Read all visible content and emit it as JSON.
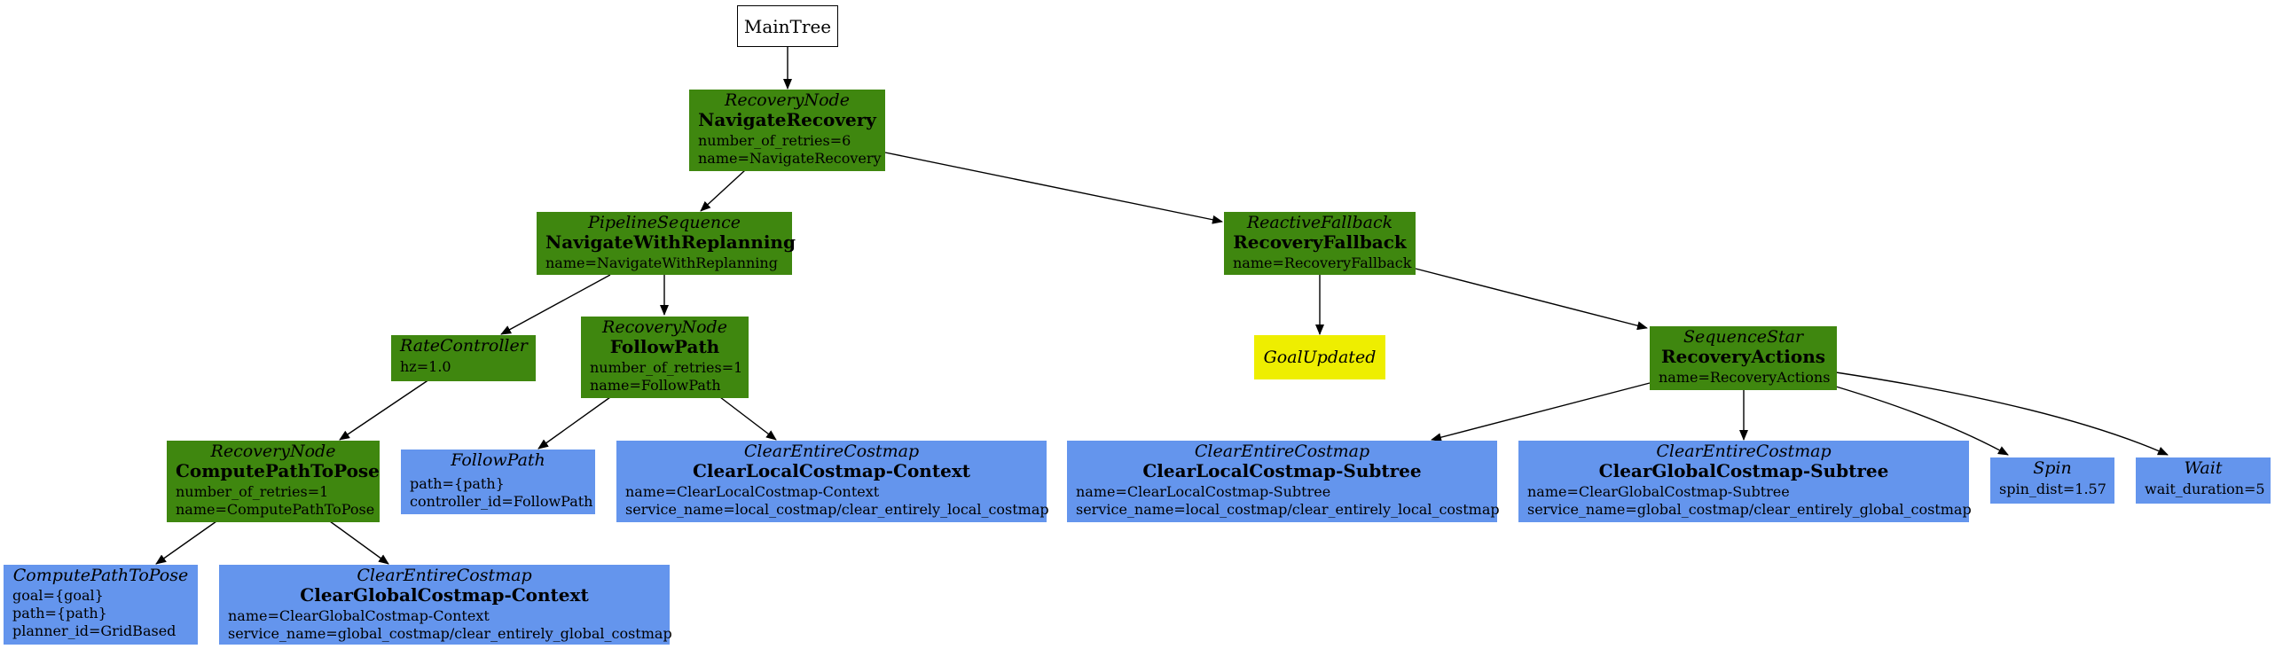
{
  "root": {
    "label": "MainTree"
  },
  "nodes": {
    "navigate_recovery": {
      "type": "RecoveryNode",
      "name": "NavigateRecovery",
      "params": [
        "number_of_retries=6",
        "name=NavigateRecovery"
      ]
    },
    "navigate_with_replanning": {
      "type": "PipelineSequence",
      "name": "NavigateWithReplanning",
      "params": [
        "name=NavigateWithReplanning"
      ]
    },
    "recovery_fallback": {
      "type": "ReactiveFallback",
      "name": "RecoveryFallback",
      "params": [
        "name=RecoveryFallback"
      ]
    },
    "rate_controller": {
      "type": "RateController",
      "params": [
        "hz=1.0"
      ]
    },
    "follow_path_recovery": {
      "type": "RecoveryNode",
      "name": "FollowPath",
      "params": [
        "number_of_retries=1",
        "name=FollowPath"
      ]
    },
    "goal_updated": {
      "type": "GoalUpdated"
    },
    "recovery_actions": {
      "type": "SequenceStar",
      "name": "RecoveryActions",
      "params": [
        "name=RecoveryActions"
      ]
    },
    "compute_path_recovery": {
      "type": "RecoveryNode",
      "name": "ComputePathToPose",
      "params": [
        "number_of_retries=1",
        "name=ComputePathToPose"
      ]
    },
    "follow_path_action": {
      "type": "FollowPath",
      "params": [
        "path={path}",
        "controller_id=FollowPath"
      ]
    },
    "clear_local_context": {
      "type": "ClearEntireCostmap",
      "name": "ClearLocalCostmap-Context",
      "params": [
        "name=ClearLocalCostmap-Context",
        "service_name=local_costmap/clear_entirely_local_costmap"
      ]
    },
    "clear_local_subtree": {
      "type": "ClearEntireCostmap",
      "name": "ClearLocalCostmap-Subtree",
      "params": [
        "name=ClearLocalCostmap-Subtree",
        "service_name=local_costmap/clear_entirely_local_costmap"
      ]
    },
    "clear_global_subtree": {
      "type": "ClearEntireCostmap",
      "name": "ClearGlobalCostmap-Subtree",
      "params": [
        "name=ClearGlobalCostmap-Subtree",
        "service_name=global_costmap/clear_entirely_global_costmap"
      ]
    },
    "spin": {
      "type": "Spin",
      "params": [
        "spin_dist=1.57"
      ]
    },
    "wait": {
      "type": "Wait",
      "params": [
        "wait_duration=5"
      ]
    },
    "compute_path_action": {
      "type": "ComputePathToPose",
      "params": [
        "goal={goal}",
        "path={path}",
        "planner_id=GridBased"
      ]
    },
    "clear_global_context": {
      "type": "ClearEntireCostmap",
      "name": "ClearGlobalCostmap-Context",
      "params": [
        "name=ClearGlobalCostmap-Context",
        "service_name=global_costmap/clear_entirely_global_costmap"
      ]
    }
  },
  "colors": {
    "control": "#3f870f",
    "action": "#6495ed",
    "condition": "#eeee00",
    "edge": "#000000"
  }
}
